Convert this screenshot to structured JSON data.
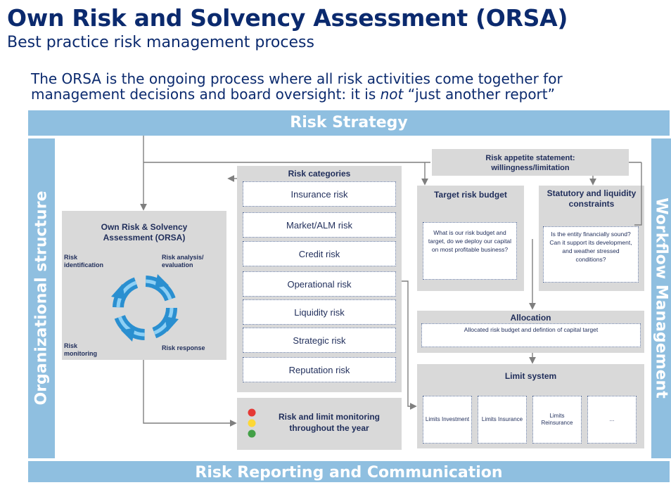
{
  "title": "Own Risk and Solvency Assessment (ORSA)",
  "subtitle": "Best practice risk management process",
  "intro": {
    "line1": "The ORSA is the ongoing process where all risk activities come together for",
    "line2_pre": "management decisions and board oversight: it is ",
    "line2_em": "not",
    "line2_post": " “just another report”"
  },
  "bands": {
    "top": "Risk Strategy",
    "bottom": "Risk Reporting and Communication",
    "left": "Organizational structure",
    "right": "Workflow Management"
  },
  "orsa": {
    "title": "Own Risk & Solvency Assessment (ORSA)",
    "stages": {
      "identification": "Risk identification",
      "analysis": "Risk analysis/ evaluation",
      "monitoring": "Risk monitoring",
      "response": "Risk response"
    }
  },
  "risk_categories": {
    "title": "Risk categories",
    "items": [
      "Insurance risk",
      "Market/ALM risk",
      "Credit risk",
      "Operational risk",
      "Liquidity risk",
      "Strategic risk",
      "Reputation risk"
    ]
  },
  "monitoring_box": "Risk and limit monitoring throughout the year",
  "appetite": "Risk appetite statement: willingness/limitation",
  "target_budget": {
    "title": "Target risk budget",
    "text": "What is our risk budget and target, do we deploy our capital on most profitable business?"
  },
  "statutory": {
    "title": "Statutory and liquidity constraints",
    "text": "Is the entity financially sound? Can it support its development, and weather stressed conditions?"
  },
  "allocation": {
    "title": "Allocation",
    "text": "Allocated risk budget and defintion of capital target"
  },
  "limit_system": {
    "title": "Limit system",
    "items": [
      "Limits Investment",
      "Limits Insurance",
      "Limits Reinsurance",
      "..."
    ]
  },
  "colors": {
    "band": "#8fbfe0",
    "grey_box": "#d9d9d9",
    "title_text": "#0b2a6e",
    "cycle_arrow": "#2a8fd0",
    "light_red": "#e53935",
    "light_yellow": "#fdd835",
    "light_green": "#43a047"
  }
}
